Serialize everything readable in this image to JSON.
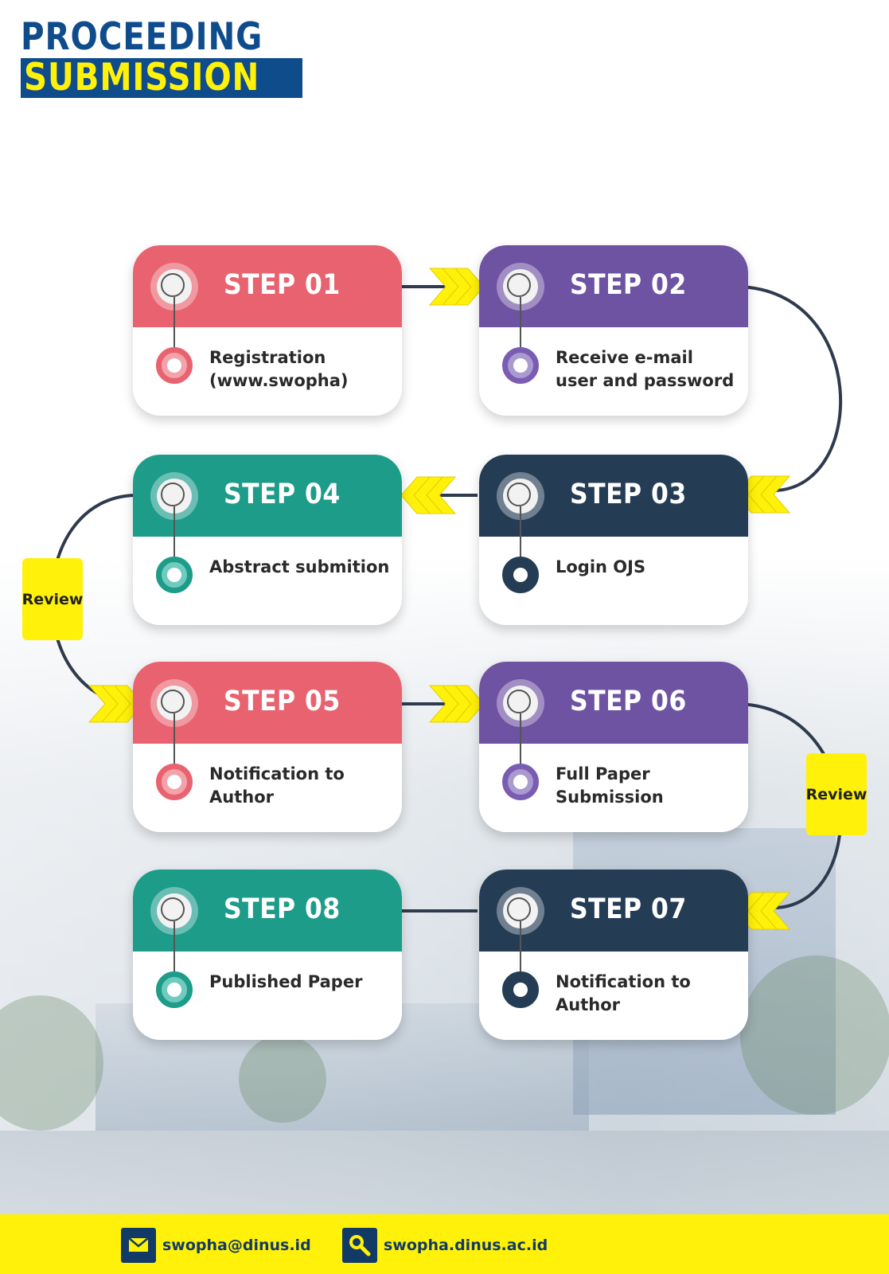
{
  "title": {
    "line1": "PROCEEDING",
    "line2": "SUBMISSION"
  },
  "steps": [
    {
      "label": "STEP 01",
      "text": "Registration (www.swopha)",
      "color": "#e8636f"
    },
    {
      "label": "STEP 02",
      "text": "Receive e-mail user and password",
      "color": "#6f53a3"
    },
    {
      "label": "STEP 03",
      "text": "Login OJS",
      "color": "#243d55"
    },
    {
      "label": "STEP 04",
      "text": "Abstract submition",
      "color": "#1d9c8a"
    },
    {
      "label": "STEP 05",
      "text": "Notification to Author",
      "color": "#e8636f"
    },
    {
      "label": "STEP 06",
      "text": "Full Paper Submission",
      "color": "#6f53a3"
    },
    {
      "label": "STEP 07",
      "text": "Notification to Author",
      "color": "#243d55"
    },
    {
      "label": "STEP 08",
      "text": "Published Paper",
      "color": "#1d9c8a"
    }
  ],
  "review_labels": [
    "Review",
    "Review"
  ],
  "footer": {
    "email": "swopha@dinus.id",
    "website": "swopha.dinus.ac.id",
    "email_icon": "mail-icon",
    "website_icon": "search-icon",
    "background_color": "#fff10a"
  },
  "colors": {
    "title_blue": "#0f4c8c",
    "accent_yellow": "#fff10a",
    "connector": "#2e3b4e"
  }
}
